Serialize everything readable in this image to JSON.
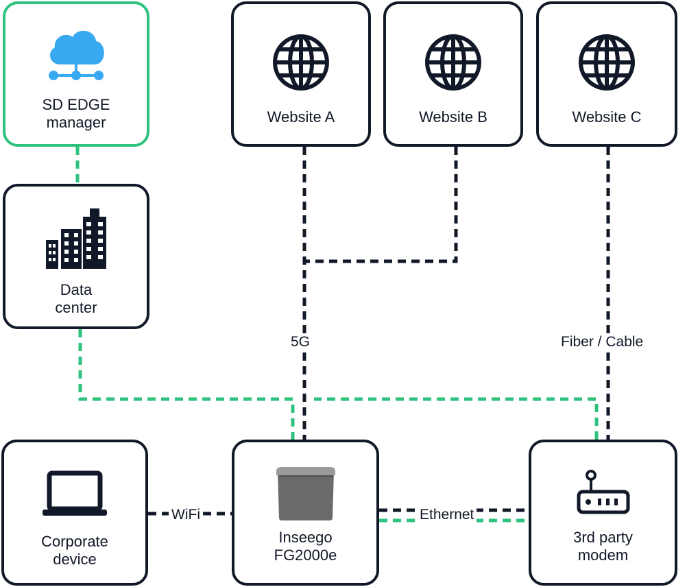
{
  "colors": {
    "dark": "#111827",
    "accent_green": "#2ec27e",
    "cloud_blue": "#38a8f0",
    "device_gray": "#6b6b6b"
  },
  "nodes": {
    "sd_edge_manager": {
      "label": "SD EDGE\nmanager",
      "icon": "cloud-network-icon"
    },
    "data_center": {
      "label": "Data\ncenter",
      "icon": "buildings-icon"
    },
    "website_a": {
      "label": "Website A",
      "icon": "globe-icon"
    },
    "website_b": {
      "label": "Website B",
      "icon": "globe-icon"
    },
    "website_c": {
      "label": "Website C",
      "icon": "globe-icon"
    },
    "corporate_device": {
      "label": "Corporate\ndevice",
      "icon": "laptop-icon"
    },
    "inseego": {
      "label": "Inseego\nFG2000e",
      "icon": "router-box-icon"
    },
    "modem": {
      "label": "3rd party\nmodem",
      "icon": "modem-icon"
    }
  },
  "links": {
    "fiveg": "5G",
    "fiber": "Fiber / Cable",
    "wifi": "WiFi",
    "ethernet": "Ethernet"
  }
}
